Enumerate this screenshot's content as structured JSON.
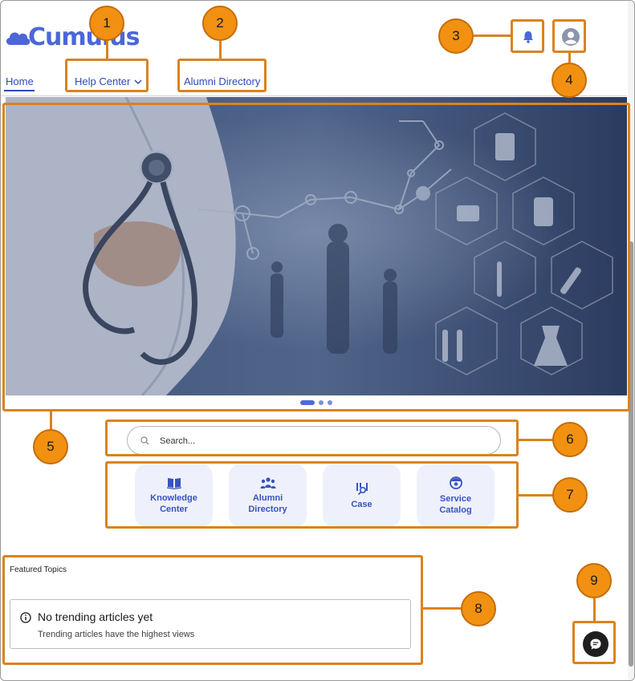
{
  "brand": {
    "logo_text": "Cumulus"
  },
  "nav": {
    "home": "Home",
    "help_center": "Help Center",
    "alumni_directory": "Alumni Directory"
  },
  "header": {
    "notifications_icon": "bell-icon",
    "profile_icon": "user-avatar-icon"
  },
  "carousel": {
    "slide_count": 3,
    "active_slide": 1
  },
  "search": {
    "placeholder": "Search..."
  },
  "quick_links": [
    {
      "label_line1": "Knowledge",
      "label_line2": "Center",
      "icon": "book-icon"
    },
    {
      "label_line1": "Alumni",
      "label_line2": "Directory",
      "icon": "group-icon"
    },
    {
      "label_line1": "Case",
      "label_line2": "",
      "icon": "case-icon"
    },
    {
      "label_line1": "Service",
      "label_line2": "Catalog",
      "icon": "service-icon"
    }
  ],
  "featured": {
    "title": "Featured Topics",
    "empty_title": "No trending articles yet",
    "empty_subtitle": "Trending articles have the highest views"
  },
  "callouts": [
    "1",
    "2",
    "3",
    "4",
    "5",
    "6",
    "7",
    "8",
    "9"
  ],
  "colors": {
    "brand": "#4b67d8",
    "link": "#2f4bb7",
    "callout": "#f29111",
    "callout_border": "#d9831f"
  }
}
